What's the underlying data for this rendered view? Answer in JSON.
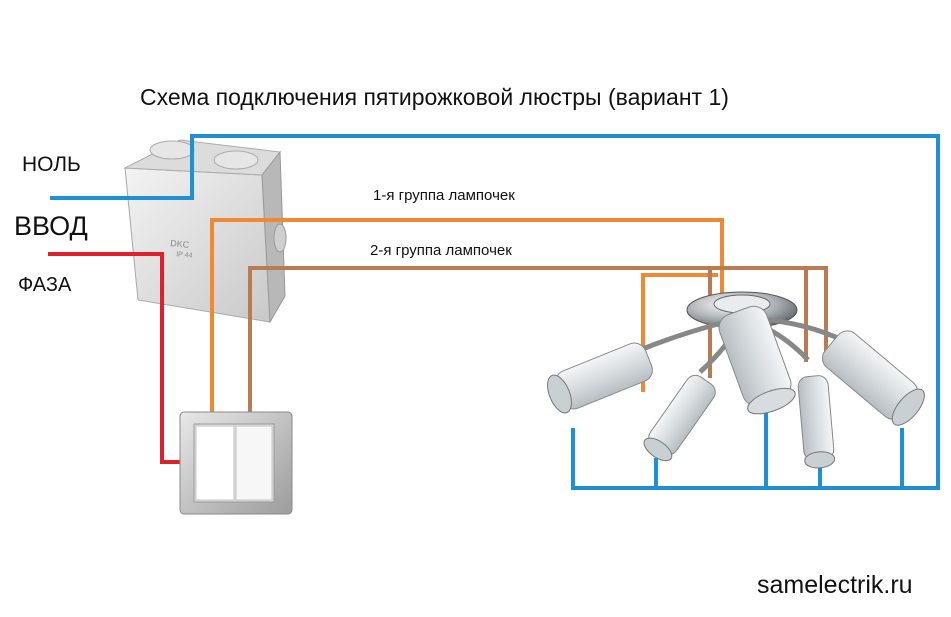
{
  "title": "Схема подключения пятирожковой люстры (вариант 1)",
  "labels": {
    "neutral": "НОЛЬ",
    "input": "ВВОД",
    "phase": "ФАЗА",
    "group1": "1-я группа лампочек",
    "group2": "2-я группа лампочек"
  },
  "junction_box": {
    "brand": "DKC",
    "rating": "IP 44"
  },
  "watermark": "samelectrik.ru",
  "colors": {
    "neutral": "#1e90d8",
    "phase": "#e0202a",
    "group1": "#f08a32",
    "group2": "#b97c52"
  }
}
